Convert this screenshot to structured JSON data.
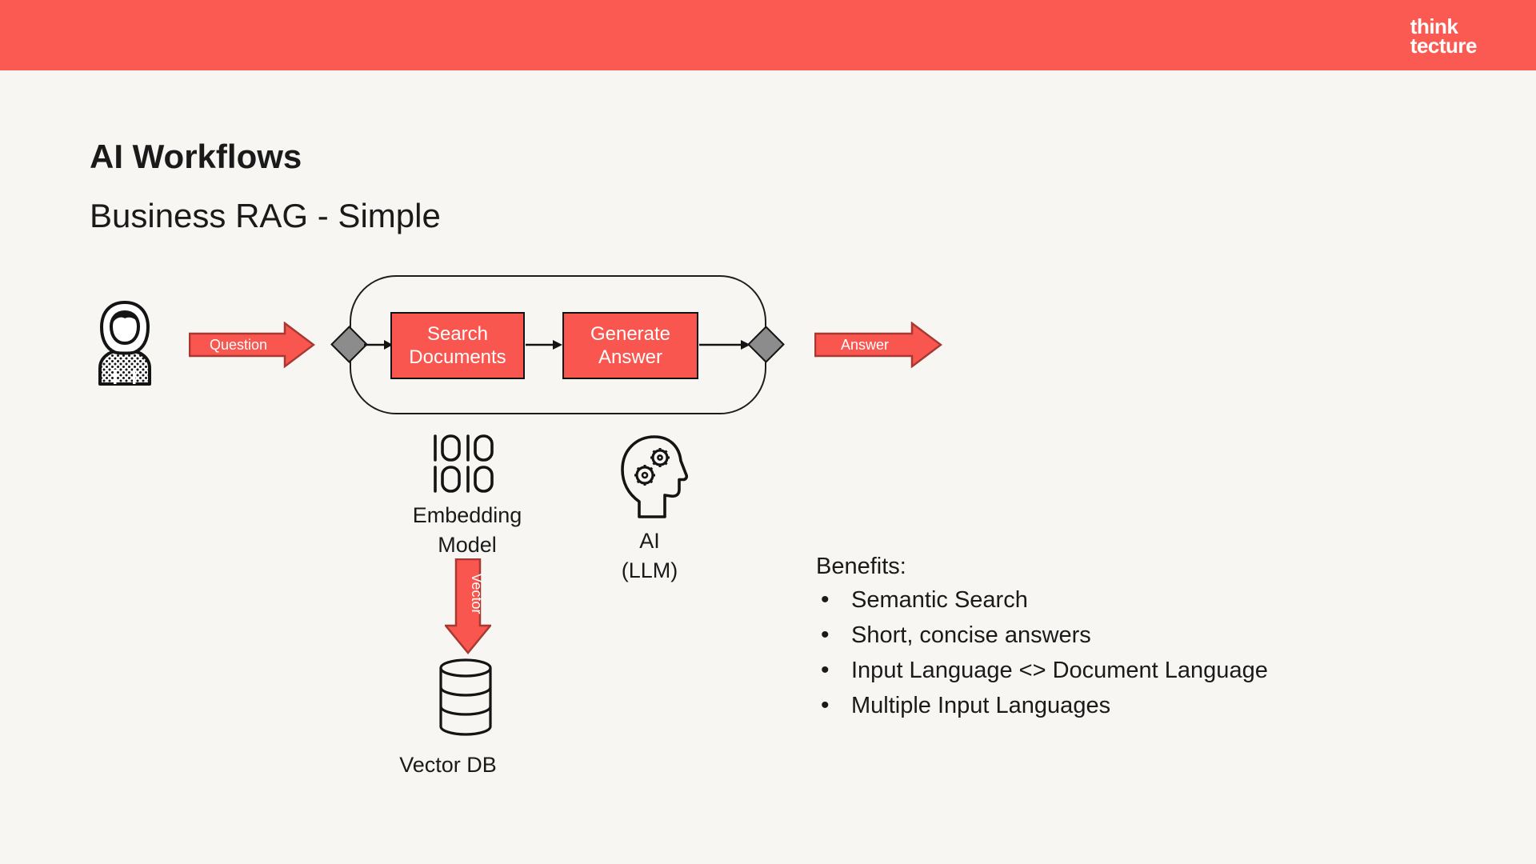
{
  "colors": {
    "banner_red": "#FB5A52",
    "shape_fill_red": "#F9564F",
    "arrow_border_red": "#A83931",
    "diamond_gray": "#8C8C8C",
    "background": "#F7F6F3",
    "text": "#1a1a1a"
  },
  "logo": {
    "line1": "think",
    "line2": "tecture"
  },
  "slide": {
    "title": "AI Workflows",
    "subtitle": "Business RAG - Simple"
  },
  "workflow": {
    "input_label": "Question",
    "output_label": "Answer",
    "steps": [
      {
        "label": "Search Documents"
      },
      {
        "label": "Generate Answer"
      }
    ]
  },
  "resources": {
    "embedding": {
      "line1": "Embedding",
      "line2": "Model"
    },
    "ai": {
      "line1": "AI",
      "line2": "(LLM)"
    },
    "vector_arrow_label": "Vector",
    "vector_db_label": "Vector DB"
  },
  "benefits": {
    "heading": "Benefits:",
    "items": [
      "Semantic Search",
      "Short, concise answers",
      "Input Language <> Document Language",
      "Multiple Input Languages"
    ]
  }
}
